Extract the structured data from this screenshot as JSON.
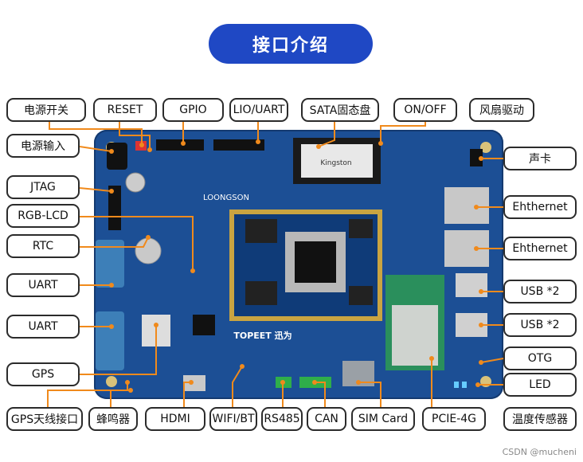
{
  "title": "接口介绍",
  "labels": {
    "power_switch": "电源开关",
    "reset": "RESET",
    "gpio": "GPIO",
    "lio_uart": "LIO/UART",
    "sata": "SATA固态盘",
    "on_off": "ON/OFF",
    "fan": "风扇驱动",
    "power_in": "电源输入",
    "sound": "声卡",
    "jtag": "JTAG",
    "eth1": "Ehthernet",
    "rgb_lcd": "RGB-LCD",
    "eth2": "Ehthernet",
    "rtc": "RTC",
    "uart1": "UART",
    "usb1": "USB *2",
    "uart2": "UART",
    "usb2": "USB *2",
    "otg": "OTG",
    "gps": "GPS",
    "led": "LED",
    "gps_antenna": "GPS天线接口",
    "buzzer": "蜂鸣器",
    "hdmi": "HDMI",
    "wifi_bt": "WIFI/BT",
    "rs485": "RS485",
    "can": "CAN",
    "sim": "SIM Card",
    "pcie": "PCIE-4G",
    "temp": "温度传感器"
  },
  "board": {
    "brand": "LOONGSON",
    "maker": "TOPEET 迅为",
    "ssd": "Kingston"
  },
  "watermark": "CSDN @mucheni",
  "colors": {
    "accent": "#1f48c4",
    "pointer": "#f08a1c",
    "board": "#1c4f95"
  }
}
